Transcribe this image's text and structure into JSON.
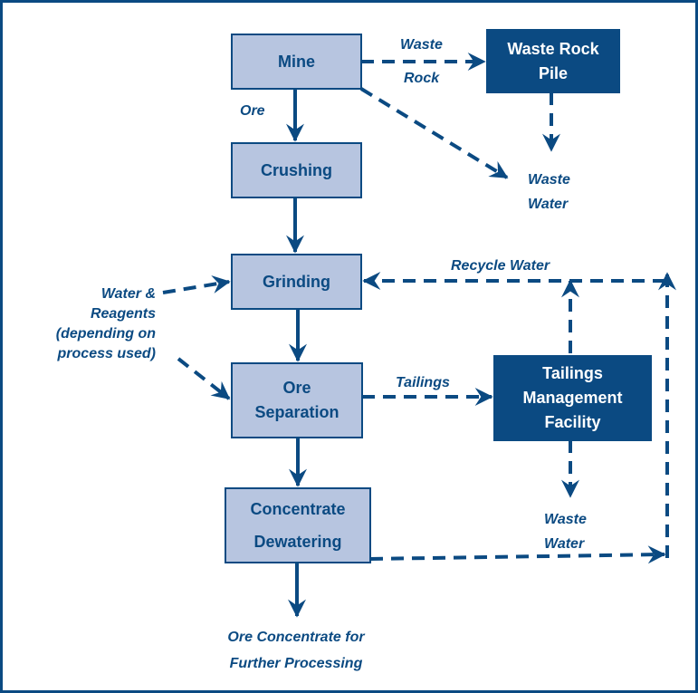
{
  "diagram": {
    "title": "Ore processing flow diagram",
    "colors": {
      "primary": "#0b4a82",
      "process_box_fill": "#b7c5e0",
      "facility_fill": "#0b4a82",
      "background": "#ffffff"
    },
    "process_boxes": {
      "mine": "Mine",
      "crushing": "Crushing",
      "grinding": "Grinding",
      "ore_separation": "Ore\nSeparation",
      "concentrate_dewatering": "Concentrate\nDewatering"
    },
    "facility_boxes": {
      "waste_rock_pile": "Waste Rock\nPile",
      "tailings_facility": "Tailings\nManagement\nFacility"
    },
    "labels": {
      "waste_rock_top": "Waste",
      "waste_rock_bottom": "Rock",
      "ore": "Ore",
      "waste_water_top": "Waste\nWater",
      "recycle_water": "Recycle Water",
      "water_reagents": "Water &\nReagents\n(depending on\nprocess used)",
      "tailings": "Tailings",
      "waste_water_bottom": "Waste\nWater",
      "ore_concentrate": "Ore Concentrate for\nFurther Processing"
    },
    "edges": [
      {
        "from": "Mine",
        "to": "Crushing",
        "label": "Ore",
        "style": "solid"
      },
      {
        "from": "Crushing",
        "to": "Grinding",
        "style": "solid"
      },
      {
        "from": "Grinding",
        "to": "Ore Separation",
        "style": "solid"
      },
      {
        "from": "Ore Separation",
        "to": "Concentrate Dewatering",
        "style": "solid"
      },
      {
        "from": "Concentrate Dewatering",
        "to": "Ore Concentrate for Further Processing",
        "style": "solid"
      },
      {
        "from": "Mine",
        "to": "Waste Rock Pile",
        "label": "Waste Rock",
        "style": "dashed"
      },
      {
        "from": "Mine",
        "to": "Waste Water",
        "style": "dashed"
      },
      {
        "from": "Waste Rock Pile",
        "to": "Waste Water",
        "style": "dashed"
      },
      {
        "from": "Water & Reagents",
        "to": "Grinding",
        "style": "dashed"
      },
      {
        "from": "Water & Reagents",
        "to": "Ore Separation",
        "style": "dashed"
      },
      {
        "from": "Ore Separation",
        "to": "Tailings Management Facility",
        "label": "Tailings",
        "style": "dashed"
      },
      {
        "from": "Tailings Management Facility",
        "to": "Grinding",
        "label": "Recycle Water",
        "style": "dashed"
      },
      {
        "from": "Tailings Management Facility",
        "to": "Waste Water",
        "style": "dashed"
      },
      {
        "from": "Concentrate Dewatering",
        "to": "Grinding",
        "label": "Recycle Water",
        "style": "dashed"
      }
    ]
  }
}
